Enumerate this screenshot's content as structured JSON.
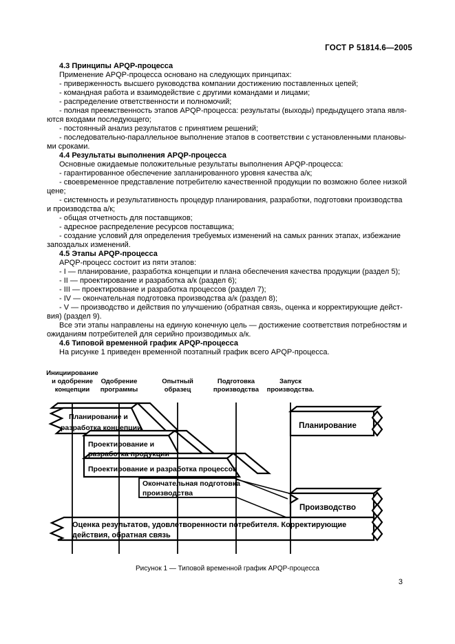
{
  "page": {
    "header": "ГОСТ Р 51814.6—2005",
    "page_number": "3",
    "caption": "Рисунок 1 — Типовой временной график APQP-процесса"
  },
  "body": {
    "lines": [
      {
        "t": "4.3  Принципы APQP-процесса",
        "k": "h"
      },
      {
        "t": "Применение APQP-процесса основано на следующих принципах:",
        "k": "p"
      },
      {
        "t": "- приверженность высшего руководства компании достижению поставленных цепей;",
        "k": "p"
      },
      {
        "t": "- командная работа и взаимодействие с другими командами и лицами;",
        "k": "p"
      },
      {
        "t": "- распределение ответственности и полномочий;",
        "k": "p"
      },
      {
        "t": "- полная преемственность этапов APQP-процесса: результаты (выходы) предыдущего этапа явля-",
        "k": "p"
      },
      {
        "t": "ются входами последующего;",
        "k": "c"
      },
      {
        "t": "- постоянный анализ результатов с принятием решений;",
        "k": "p"
      },
      {
        "t": "- последовательно-параллельное выполнение этапов в соответствии с установленными плановы-",
        "k": "p"
      },
      {
        "t": "ми сроками.",
        "k": "c"
      },
      {
        "t": "4.4  Результаты выполнения APQP-процесса",
        "k": "h"
      },
      {
        "t": "Основные ожидаемые положительные результаты выполнения APQP-процесса:",
        "k": "p"
      },
      {
        "t": "- гарантированное обеспечение запланированного уровня качества а/к;",
        "k": "p"
      },
      {
        "t": "- своевременное представление потребителю качественной продукции по возможно более низкой",
        "k": "p"
      },
      {
        "t": "цене;",
        "k": "c"
      },
      {
        "t": "- системность и результативность процедур планирования, разработки, подготовки производства",
        "k": "p"
      },
      {
        "t": "и производства а/к;",
        "k": "c"
      },
      {
        "t": "- общая отчетность для поставщиков;",
        "k": "p"
      },
      {
        "t": "- адресное распределение ресурсов поставщика;",
        "k": "p"
      },
      {
        "t": "- создание условий для определения требуемых изменений на самых ранних этапах, избежание",
        "k": "p"
      },
      {
        "t": "запоздалых изменений.",
        "k": "c"
      },
      {
        "t": "4.5  Этапы APQP-процесса",
        "k": "h"
      },
      {
        "t": "APQP-процесс состоит из пяти этапов:",
        "k": "p"
      },
      {
        "t": "- I — планирование, разработка концепции и плана обеспечения качества продукции (раздел 5);",
        "k": "p"
      },
      {
        "t": "- II — проектирование и разработка а/к (раздел 6);",
        "k": "p"
      },
      {
        "t": "- III — проектирование и разработка процессов (раздел 7);",
        "k": "p"
      },
      {
        "t": "- IV — окончательная подготовка производства а/к (раздел 8);",
        "k": "p"
      },
      {
        "t": "- V — производство и действия по улучшению (обратная связь, оценка и корректирующие дейст-",
        "k": "p"
      },
      {
        "t": "вия) (раздел 9).",
        "k": "c"
      },
      {
        "t": "Все эти этапы направлены на единую конечную цель — достижение соответствия потребностям и",
        "k": "p"
      },
      {
        "t": "ожиданиям потребителей для серийно производимых а/к.",
        "k": "c"
      },
      {
        "t": "4.6  Типовой временной график APQP-процесса",
        "k": "h"
      },
      {
        "t": "На рисунке 1 приведен временной поэтапный график всего APQP-процесса.",
        "k": "p"
      }
    ]
  },
  "figure": {
    "milestones": [
      {
        "lines": [
          "Инициирование",
          "и одобрение",
          "концепции"
        ]
      },
      {
        "lines": [
          "Одобрение",
          "программы"
        ]
      },
      {
        "lines": [
          "Опытный",
          "образец"
        ]
      },
      {
        "lines": [
          "Подготовка",
          "производства"
        ]
      },
      {
        "lines": [
          "Запуск",
          "производства."
        ]
      }
    ],
    "bars": {
      "bar1": [
        "Планирование и",
        "разработка концепции"
      ],
      "bar2": [
        "Проектирование и",
        "разработка продукции"
      ],
      "bar3": "Проектирование и разработка процессов",
      "bar4": [
        "Окончательная подготовка",
        "производства"
      ],
      "planning": "Планирование",
      "production": "Производство",
      "evaluation": [
        "Оценка результатов, удовлетворенности потребителя. Корректирующие",
        "действия, обратная связь"
      ]
    },
    "colors": {
      "ink": "#000000",
      "paper": "#ffffff"
    }
  }
}
